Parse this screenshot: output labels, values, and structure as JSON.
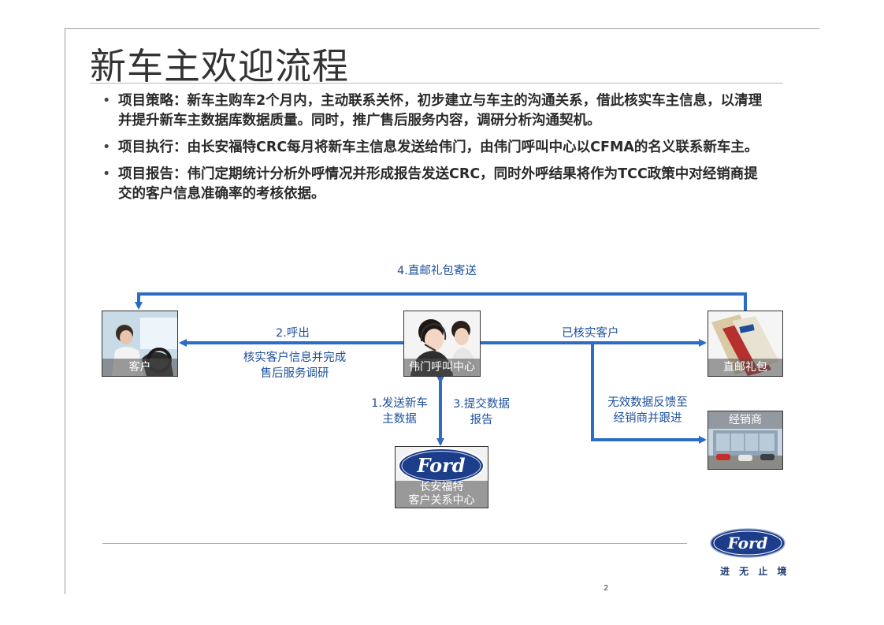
{
  "title": "新车主欢迎流程",
  "bullets": [
    "项目策略：新车主购车2个月内，主动联系关怀，初步建立与车主的沟通关系，借此核实车主信息，以清理并提升新车主数据库数据质量。同时，推广售后服务内容，调研分析沟通契机。",
    "项目执行：由长安福特CRC每月将新车主信息发送给伟门，由伟门呼叫中心以CFMA的名义联系新车主。",
    "项目报告：伟门定期统计分析外呼情况并形成报告发送CRC，同时外呼结果将作为TCC政策中对经销商提交的客户信息准确率的考核依据。"
  ],
  "diagram": {
    "nodes": {
      "customer": "客户",
      "call_center": "伟门呼叫中心",
      "gift_pack": "直邮礼包",
      "dealer": "经销商",
      "crc_line1": "长安福特",
      "crc_line2": "客户关系中心"
    },
    "edges": {
      "mail_gift": "4.直邮礼包寄送",
      "call_out": "2.呼出",
      "verify_line1": "核实客户信息并完成",
      "verify_line2": "售后服务调研",
      "verified": "已核实客户",
      "send_line1": "1.发送新车",
      "send_line2": "主数据",
      "report_line1": "3.提交数据",
      "report_line2": "报告",
      "invalid_line1": "无效数据反馈至",
      "invalid_line2": "经销商并跟进"
    },
    "colors": {
      "arrow": "#2b6cc4",
      "label": "#1d4f9c"
    }
  },
  "footer": {
    "page_number": "2",
    "logo_text": "Ford",
    "slogan": "进 无 止 境"
  }
}
